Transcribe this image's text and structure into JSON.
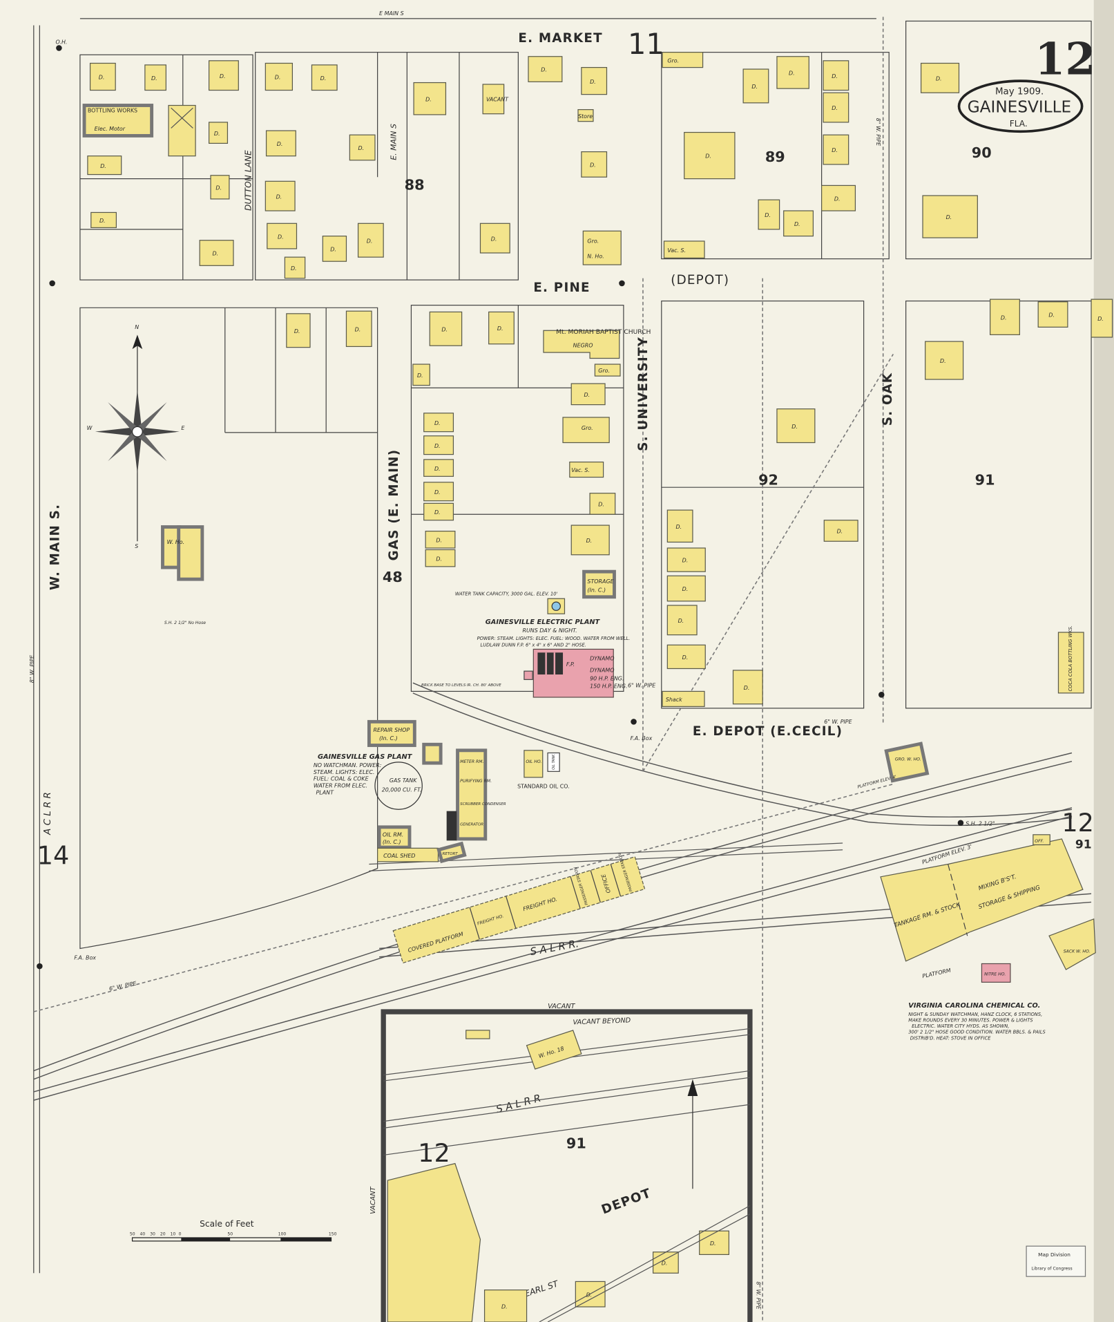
{
  "title": {
    "sheet_number": "12",
    "date": "May 1909.",
    "city": "GAINESVILLE",
    "state": "FLA."
  },
  "streets": {
    "e_main_top": "E MAIN S",
    "e_market": "E. MARKET",
    "e_pine": "E. PINE",
    "depot_paren": "(DEPOT)",
    "s_university": "S. UNIVERSITY",
    "s_oak": "S. OAK",
    "gas_e_main": "GAS (E. MAIN)",
    "w_main": "W. MAIN S.",
    "dutton_lane": "DUTTON LANE",
    "e_main_s_inner": "E. MAIN S",
    "e_depot": "E. DEPOT (E.CECIL)",
    "depot_inset": "DEPOT",
    "pearl_st": "PEARL ST"
  },
  "railroads": {
    "sal": "S  A  L  R  R.",
    "acl": "A  C  L  R  R",
    "sal_inset": "S  A  L  R  R"
  },
  "pipes": {
    "w_main_pipe": "8\" W. PIPE",
    "depot_pipe": "6\" W. PIPE",
    "bottom_pipe": "6\" W. PIPE",
    "univ_pipe": "6\" W. PIPE",
    "oak_pipe": "8\" W. PIPE",
    "inset_pipe": "8\" W. PIPE"
  },
  "blocks": {
    "b88": "88",
    "b89": "89",
    "b90": "90",
    "b92": "92",
    "b91": "91",
    "b48": "48",
    "b91_inset": "91"
  },
  "adjacent_sheets": {
    "north": "11",
    "west": "14",
    "east": "12",
    "east_block": "91",
    "inset": "12"
  },
  "labels": {
    "dwelling": "D.",
    "bottling_works": "BOTTLING WORKS",
    "elec_motor": "Elec. Motor",
    "in_c": "(In. C.)",
    "vacant": "VACANT",
    "store": "Store",
    "grocery": "Gro.",
    "negro_house": "N. Ho.",
    "vac_s": "Vac. S.",
    "church": "Mt. MORIAH BAPTIST CHURCH",
    "church_sub": "NEGRO",
    "storage": "STORAGE",
    "w_ho": "W. Ho.",
    "shack": "Shack",
    "coca_cola": "COCA COLA BOTTLING WKS.",
    "water_tank": "WATER TANK CAPACITY, 3000 GAL. ELEV. 10'",
    "fire_box": "F.A. Box",
    "cistern": "S.H. 2 1/2\" No Hose",
    "oh": "O.H.",
    "sh_25": "S.H. 2 1/2\"",
    "vacant_beyond": "VACANT  BEYOND",
    "vacant_side": "VACANT",
    "w_ho_18": "W. Ho. 18"
  },
  "electric_plant": {
    "name": "GAINESVILLE ELECTRIC PLANT",
    "runs": "RUNS DAY & NIGHT.",
    "line1": "POWER: STEAM. LIGHTS: ELEC. FUEL: WOOD. WATER FROM WELL.",
    "line2": "LUDLAW DUNN F.P. 6\" x 4\" x 6\" AND 2\" HOSE.",
    "dynamo1": "DYNAMO",
    "dynamo2": "DYNAMO",
    "eng1": "90 H.P. ENG.",
    "eng2": "150 H.P. ENG.",
    "fp": "F.P.",
    "brick_base": "BRICK BASE TO LEVELS IR. CH. 80' ABOVE"
  },
  "gas_plant": {
    "name": "GAINESVILLE GAS PLANT",
    "line1": "NO WATCHMAN. POWER:",
    "line2": "STEAM. LIGHTS: ELEC.",
    "line3": "FUEL: COAL & COKE",
    "line4": "WATER FROM ELEC.",
    "line5": "PLANT",
    "gas_tank": "GAS TANK",
    "gas_tank_cap": "20,000 CU. FT.",
    "repair_shop": "REPAIR SHOP",
    "meter_rm": "METER RM.",
    "purifying": "PURIFYING RM.",
    "scrubber": "SCRUBBER CONDENSER",
    "generator": "GENERATOR",
    "oil_rm": "OIL RM.",
    "coal_shed": "COAL SHED",
    "retort": "RETORT"
  },
  "standard_oil": {
    "name": "STANDARD OIL CO.",
    "oil_ho": "OIL HO.",
    "tank": "OIL TANK"
  },
  "station": {
    "covered_platform": "COVERED PLATFORM",
    "freight_ho_1": "FREIGHT HO.",
    "freight_ho_2": "FREIGHT HO.",
    "passenger_1": "PASSENGER STATION",
    "office": "OFFICE",
    "passenger_2": "PASSENGER STATION"
  },
  "chemical_co": {
    "name": "VIRGINIA CAROLINA CHEMICAL CO.",
    "line1": "NIGHT & SUNDAY WATCHMAN, HANZ CLOCK, 6 STATIONS,",
    "line2": "MAKE ROUNDS EVERY 30 MINUTES. POWER & LIGHTS",
    "line3": "ELECTRIC. WATER CITY HYDS. AS SHOWN,",
    "line4": "300' 2 1/2\" HOSE GOOD CONDITION. WATER BBLS. & PAILS",
    "line5": "DISTRIB'D. HEAT: STOVE IN OFFICE",
    "platform_elev": "PLATFORM ELEV. 3'",
    "tankage": "TANKAGE RM. & STOCK",
    "mixing": "MIXING B'S'T.",
    "storage": "STORAGE & SHIPPING",
    "office": "OFF.",
    "platform": "PLATFORM",
    "nitre": "NITRE HO.",
    "sack": "SACK W. HO.",
    "platform_elev4": "PLATFORM ELEV. 4'",
    "gro_wh": "GRO. W. HO."
  },
  "scale": {
    "title": "Scale of Feet",
    "ticks": [
      "50",
      "40",
      "30",
      "20",
      "10",
      "0",
      "50",
      "100",
      "150"
    ]
  },
  "compass": {
    "n": "N",
    "e": "E",
    "w": "W",
    "s": "S"
  },
  "stamp": {
    "line1": "Map Division",
    "line2": "Library of Congress"
  },
  "colors": {
    "paper": "#efede2",
    "frame_dwelling": "#f3e48c",
    "brick": "#e9a2ad",
    "ink": "#2a2a2a"
  }
}
